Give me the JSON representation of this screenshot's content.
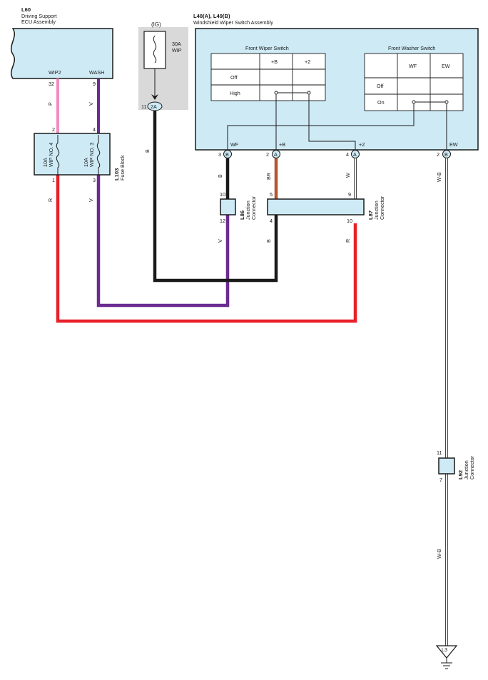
{
  "colors": {
    "component_fill": "#cdeaf5",
    "ig_shade": "#d9d9d9",
    "wire_pink": "#f08cc0",
    "wire_violet": "#6a2c91",
    "wire_black": "#1a1a1a",
    "wire_red": "#e8202a",
    "wire_brown": "#b5552a",
    "wire_white": "#ffffff"
  },
  "components": {
    "ecu": {
      "id": "L60",
      "name_line1": "Driving Support",
      "name_line2": "ECU Assembly",
      "terminal_wip2": "WIP2",
      "terminal_wash": "WASH",
      "pin_wip2": "32",
      "pin_wash": "9"
    },
    "ig": {
      "label": "(IG)",
      "fuse_amp": "30A",
      "fuse_name": "WIP",
      "pin": "11",
      "connector": "2A"
    },
    "switch_assembly": {
      "id": "L48(A), L49(B)",
      "name": "Windshield Wiper Switch Assembly",
      "wiper_switch": {
        "title": "Front Wiper Switch",
        "col1": "+B",
        "col2": "+2",
        "row1": "Off",
        "row2": "High"
      },
      "washer_switch": {
        "title": "Front Washer Switch",
        "col1": "WF",
        "col2": "EW",
        "row1": "Off",
        "row2": "On"
      },
      "terminals": [
        {
          "name": "WF",
          "pin": "3",
          "conn": "B"
        },
        {
          "name": "+B",
          "pin": "2",
          "conn": "A"
        },
        {
          "name": "+2",
          "pin": "4",
          "conn": "A"
        },
        {
          "name": "EW",
          "pin": "2",
          "conn": "B"
        }
      ]
    },
    "fuse_block": {
      "id": "L103",
      "name": "Fuse Block",
      "fuse1_amp": "10A",
      "fuse1_name": "WIP NO. 4",
      "fuse2_amp": "10A",
      "fuse2_name": "WIP NO. 3",
      "pin_top_left": "2",
      "pin_top_right": "4",
      "pin_bottom_left": "1",
      "pin_bottom_right": "3"
    },
    "l86": {
      "id": "L86",
      "line1": "Junction",
      "line2": "Connector",
      "pin_top": "10",
      "pin_bottom": "12"
    },
    "l87": {
      "id": "L87",
      "line1": "Junction",
      "line2": "Connector",
      "pin_top_left": "5",
      "pin_top_right": "9",
      "pin_bottom_left": "4",
      "pin_bottom_right": "10"
    },
    "l92": {
      "id": "L92",
      "line1": "Junction",
      "line2": "Connector",
      "pin_top": "11",
      "pin_bottom": "7"
    },
    "ground": {
      "id": "L3"
    }
  },
  "wire_colors": {
    "ecu_wip2": "P",
    "ecu_wash": "V",
    "ig_out": "B",
    "fuse_out_left": "R",
    "fuse_out_right": "V",
    "wf_top": "B",
    "wf_bottom": "V",
    "pb_top": "BR",
    "pb_bottom": "B",
    "p2_top": "W",
    "p2_bottom": "R",
    "ew_top": "W-B",
    "ew_bottom": "W-B"
  }
}
